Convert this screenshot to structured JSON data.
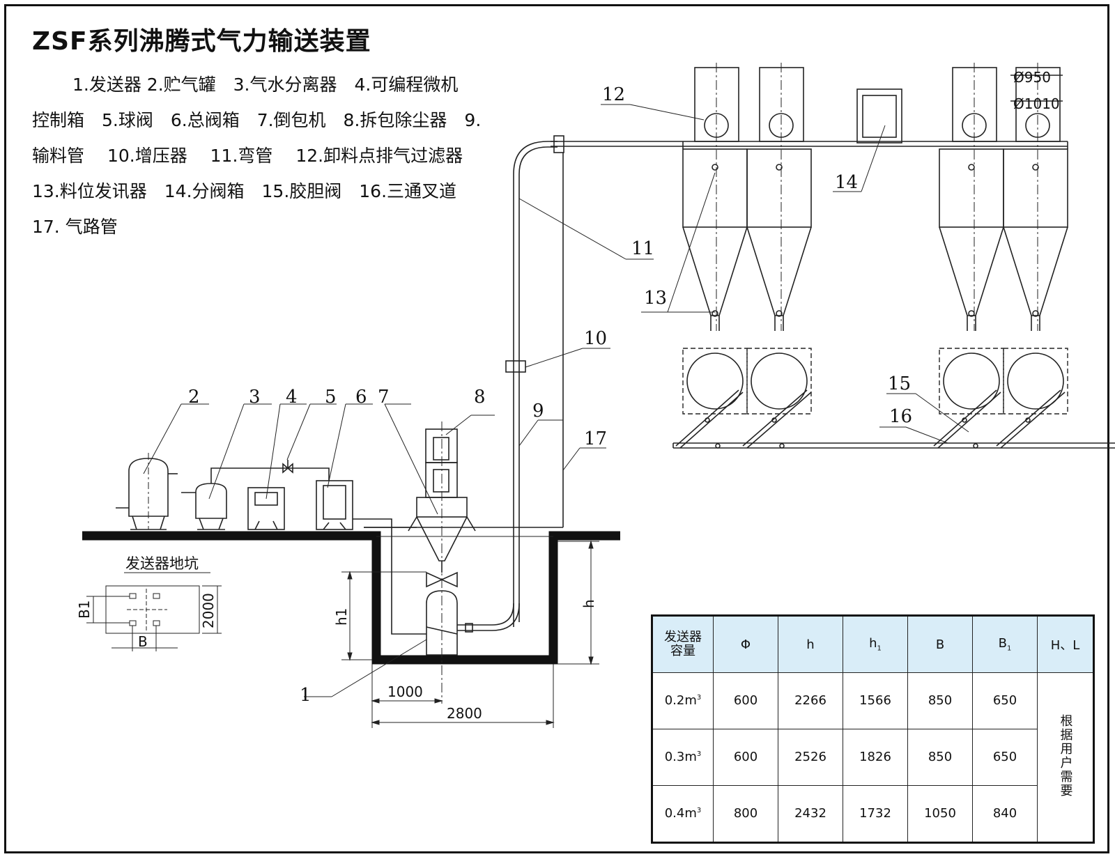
{
  "title": "ZSF系列沸腾式气力输送装置",
  "legend_lines": [
    "1.发送器 2.贮气罐　3.气水分离器　4.可编程微机",
    "控制箱　5.球阀　6.总阀箱　7.倒包机　8.拆包除尘器　9.",
    "输料管　 10.增压器　 11.弯管　 12.卸料点排气过滤器",
    "13.料位发讯器　14.分阀箱　15.胶胆阀　16.三通叉道",
    "17. 气路管"
  ],
  "callouts": [
    "1",
    "2",
    "3",
    "4",
    "5",
    "6",
    "7",
    "8",
    "9",
    "10",
    "11",
    "12",
    "13",
    "14",
    "15",
    "16",
    "17"
  ],
  "pit_plan": {
    "label": "发送器地坑",
    "dim_b1": "B1",
    "dim_2000": "2000",
    "dim_b": "B"
  },
  "dimensions": {
    "h1": "h1",
    "h": "h",
    "d1000": "1000",
    "d2800": "2800",
    "phi950": "Ø950",
    "phi1010": "Ø1010"
  },
  "table": {
    "headers": [
      "发送器\n容量",
      "Φ",
      "h",
      "h",
      "B",
      "B",
      "H、L"
    ],
    "header_subs": [
      "",
      "",
      "",
      "1",
      "",
      "1",
      ""
    ],
    "rows": [
      {
        "cap": "0.2m",
        "cap_sup": "3",
        "phi": "600",
        "h": "2266",
        "h1": "1566",
        "b": "850",
        "b1": "650"
      },
      {
        "cap": "0.3m",
        "cap_sup": "3",
        "phi": "600",
        "h": "2526",
        "h1": "1826",
        "b": "850",
        "b1": "650"
      },
      {
        "cap": "0.4m",
        "cap_sup": "3",
        "phi": "800",
        "h": "2432",
        "h1": "1732",
        "b": "1050",
        "b1": "840"
      }
    ],
    "note": "根据用户需要"
  }
}
